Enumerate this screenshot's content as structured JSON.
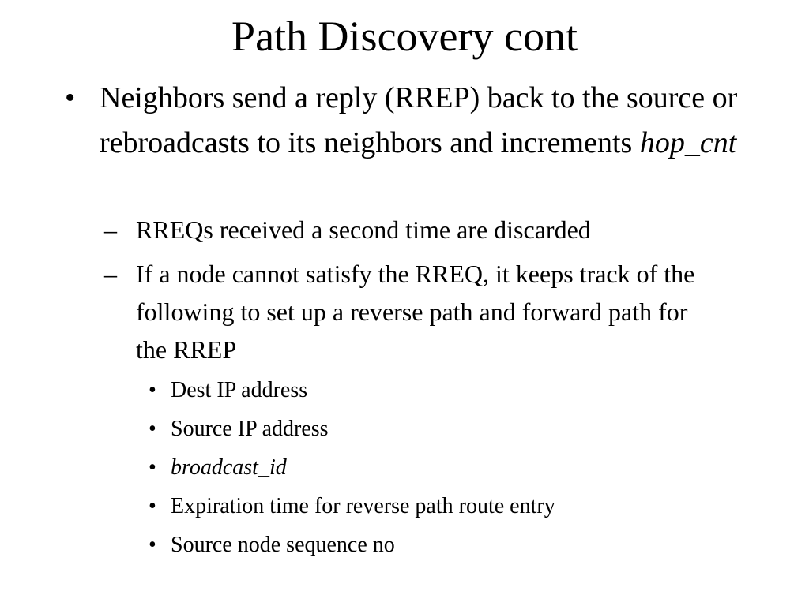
{
  "slide": {
    "title": "Path Discovery cont",
    "bullet_char": "•",
    "dash_char": "–",
    "main_point": {
      "text": "Neighbors send a reply (RREP) back to the source or rebroadcasts to its neighbors and increments ",
      "italic": "hop_cnt"
    },
    "sub_points": [
      "RREQs received a second time are discarded",
      "If a node cannot satisfy the RREQ, it keeps track of the following to set up a reverse path and forward path for the RREP"
    ],
    "tracked_items": [
      "Dest IP address",
      "Source IP address",
      "broadcast_id",
      "Expiration time for reverse path route entry",
      "Source node sequence no"
    ]
  }
}
